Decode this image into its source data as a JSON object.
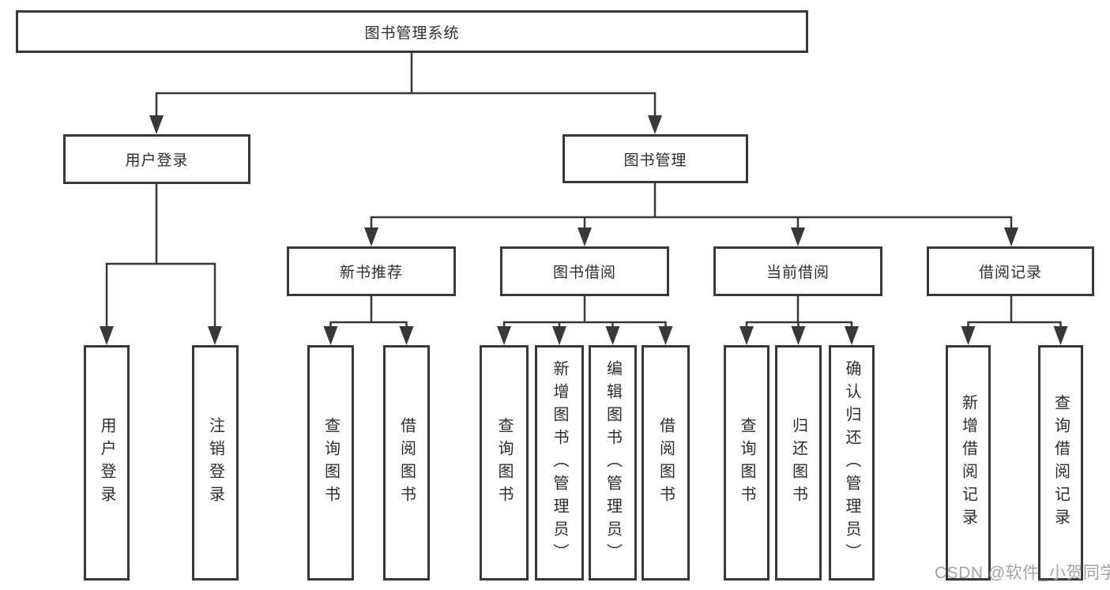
{
  "diagram_title": "图书管理系统",
  "tree": {
    "label": "图书管理系统",
    "children": [
      {
        "label": "用户登录",
        "children": [
          {
            "label": "用户登录"
          },
          {
            "label": "注销登录"
          }
        ]
      },
      {
        "label": "图书管理",
        "children": [
          {
            "label": "新书推荐",
            "children": [
              {
                "label": "查询图书"
              },
              {
                "label": "借阅图书"
              }
            ]
          },
          {
            "label": "图书借阅",
            "children": [
              {
                "label": "查询图书"
              },
              {
                "label": "新增图书（管理员）"
              },
              {
                "label": "编辑图书（管理员）"
              },
              {
                "label": "借阅图书"
              }
            ]
          },
          {
            "label": "当前借阅",
            "children": [
              {
                "label": "查询图书"
              },
              {
                "label": "归还图书"
              },
              {
                "label": "确认归还（管理员）"
              }
            ]
          },
          {
            "label": "借阅记录",
            "children": [
              {
                "label": "新增借阅记录"
              },
              {
                "label": "查询借阅记录"
              }
            ]
          }
        ]
      }
    ]
  },
  "watermark": "CSDN @软件_小贺同学",
  "colors": {
    "line": "#383838",
    "box_border": "#383838",
    "box_background": "#ffffff",
    "text": "#2d2d2d",
    "watermark": "#a3a3a3",
    "page_background": "#ffffff"
  }
}
